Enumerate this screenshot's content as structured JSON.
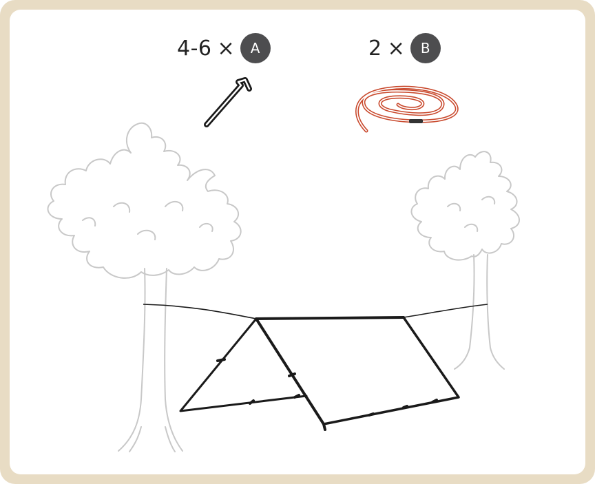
{
  "items": [
    {
      "quantity": "4-6",
      "times": "×",
      "label": "A",
      "icon": "tent-peg-icon"
    },
    {
      "quantity": "2",
      "times": "×",
      "label": "B",
      "icon": "coiled-rope-icon"
    }
  ],
  "colors": {
    "frame": "#e8dcc4",
    "badge": "#4d4d4f",
    "rope": "#d9583a",
    "tree_outline": "#c8c8c8",
    "tarp_line": "#1a1a1a"
  }
}
